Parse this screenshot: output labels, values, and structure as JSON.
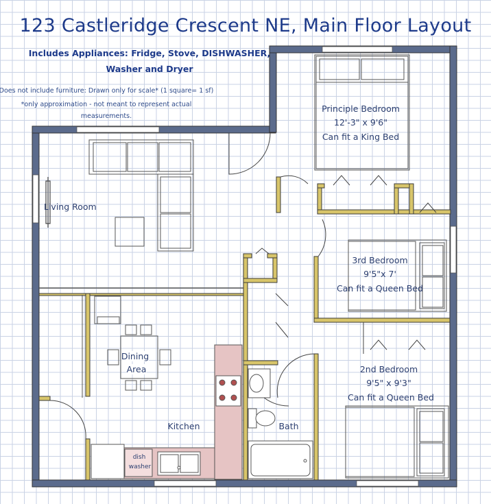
{
  "header": {
    "title": "123 Castleridge Crescent NE, Main Floor Layout",
    "appliances_line1": "Includes Appliances: Fridge, Stove, DISHWASHER,",
    "appliances_line2": "Washer and Dryer",
    "note_line1": "Does not include furniture: Drawn only for scale* (1 square= 1 sf)",
    "note_line2": "*only approximation - not meant to represent actual",
    "note_line3": "measurements."
  },
  "rooms": {
    "principal_bedroom": {
      "name": "Principle Bedroom",
      "size": "12'-3\" x 9'6\"",
      "note": "Can fit a King Bed"
    },
    "third_bedroom": {
      "name": "3rd Bedroom",
      "size": "9'5\"x 7'",
      "note": "Can fit a Queen Bed"
    },
    "second_bedroom": {
      "name": "2nd Bedroom",
      "size": "9'5\" x 9'3\"",
      "note": "Can fit a Queen Bed"
    },
    "living_room": {
      "name": "Living Room"
    },
    "dining_area": {
      "line1": "Dining",
      "line2": "Area"
    },
    "kitchen": {
      "name": "Kitchen"
    },
    "bath": {
      "name": "Bath"
    },
    "dishwasher": {
      "line1": "dish",
      "line2": "washer"
    }
  },
  "colors": {
    "exterior_wall": "#5b6b8c",
    "interior_wall": "#d8c56a",
    "wall_outline": "#3a3a3a",
    "text": "#1f3f8c",
    "furniture_line": "#555555",
    "counter": "#e6c4c4"
  }
}
